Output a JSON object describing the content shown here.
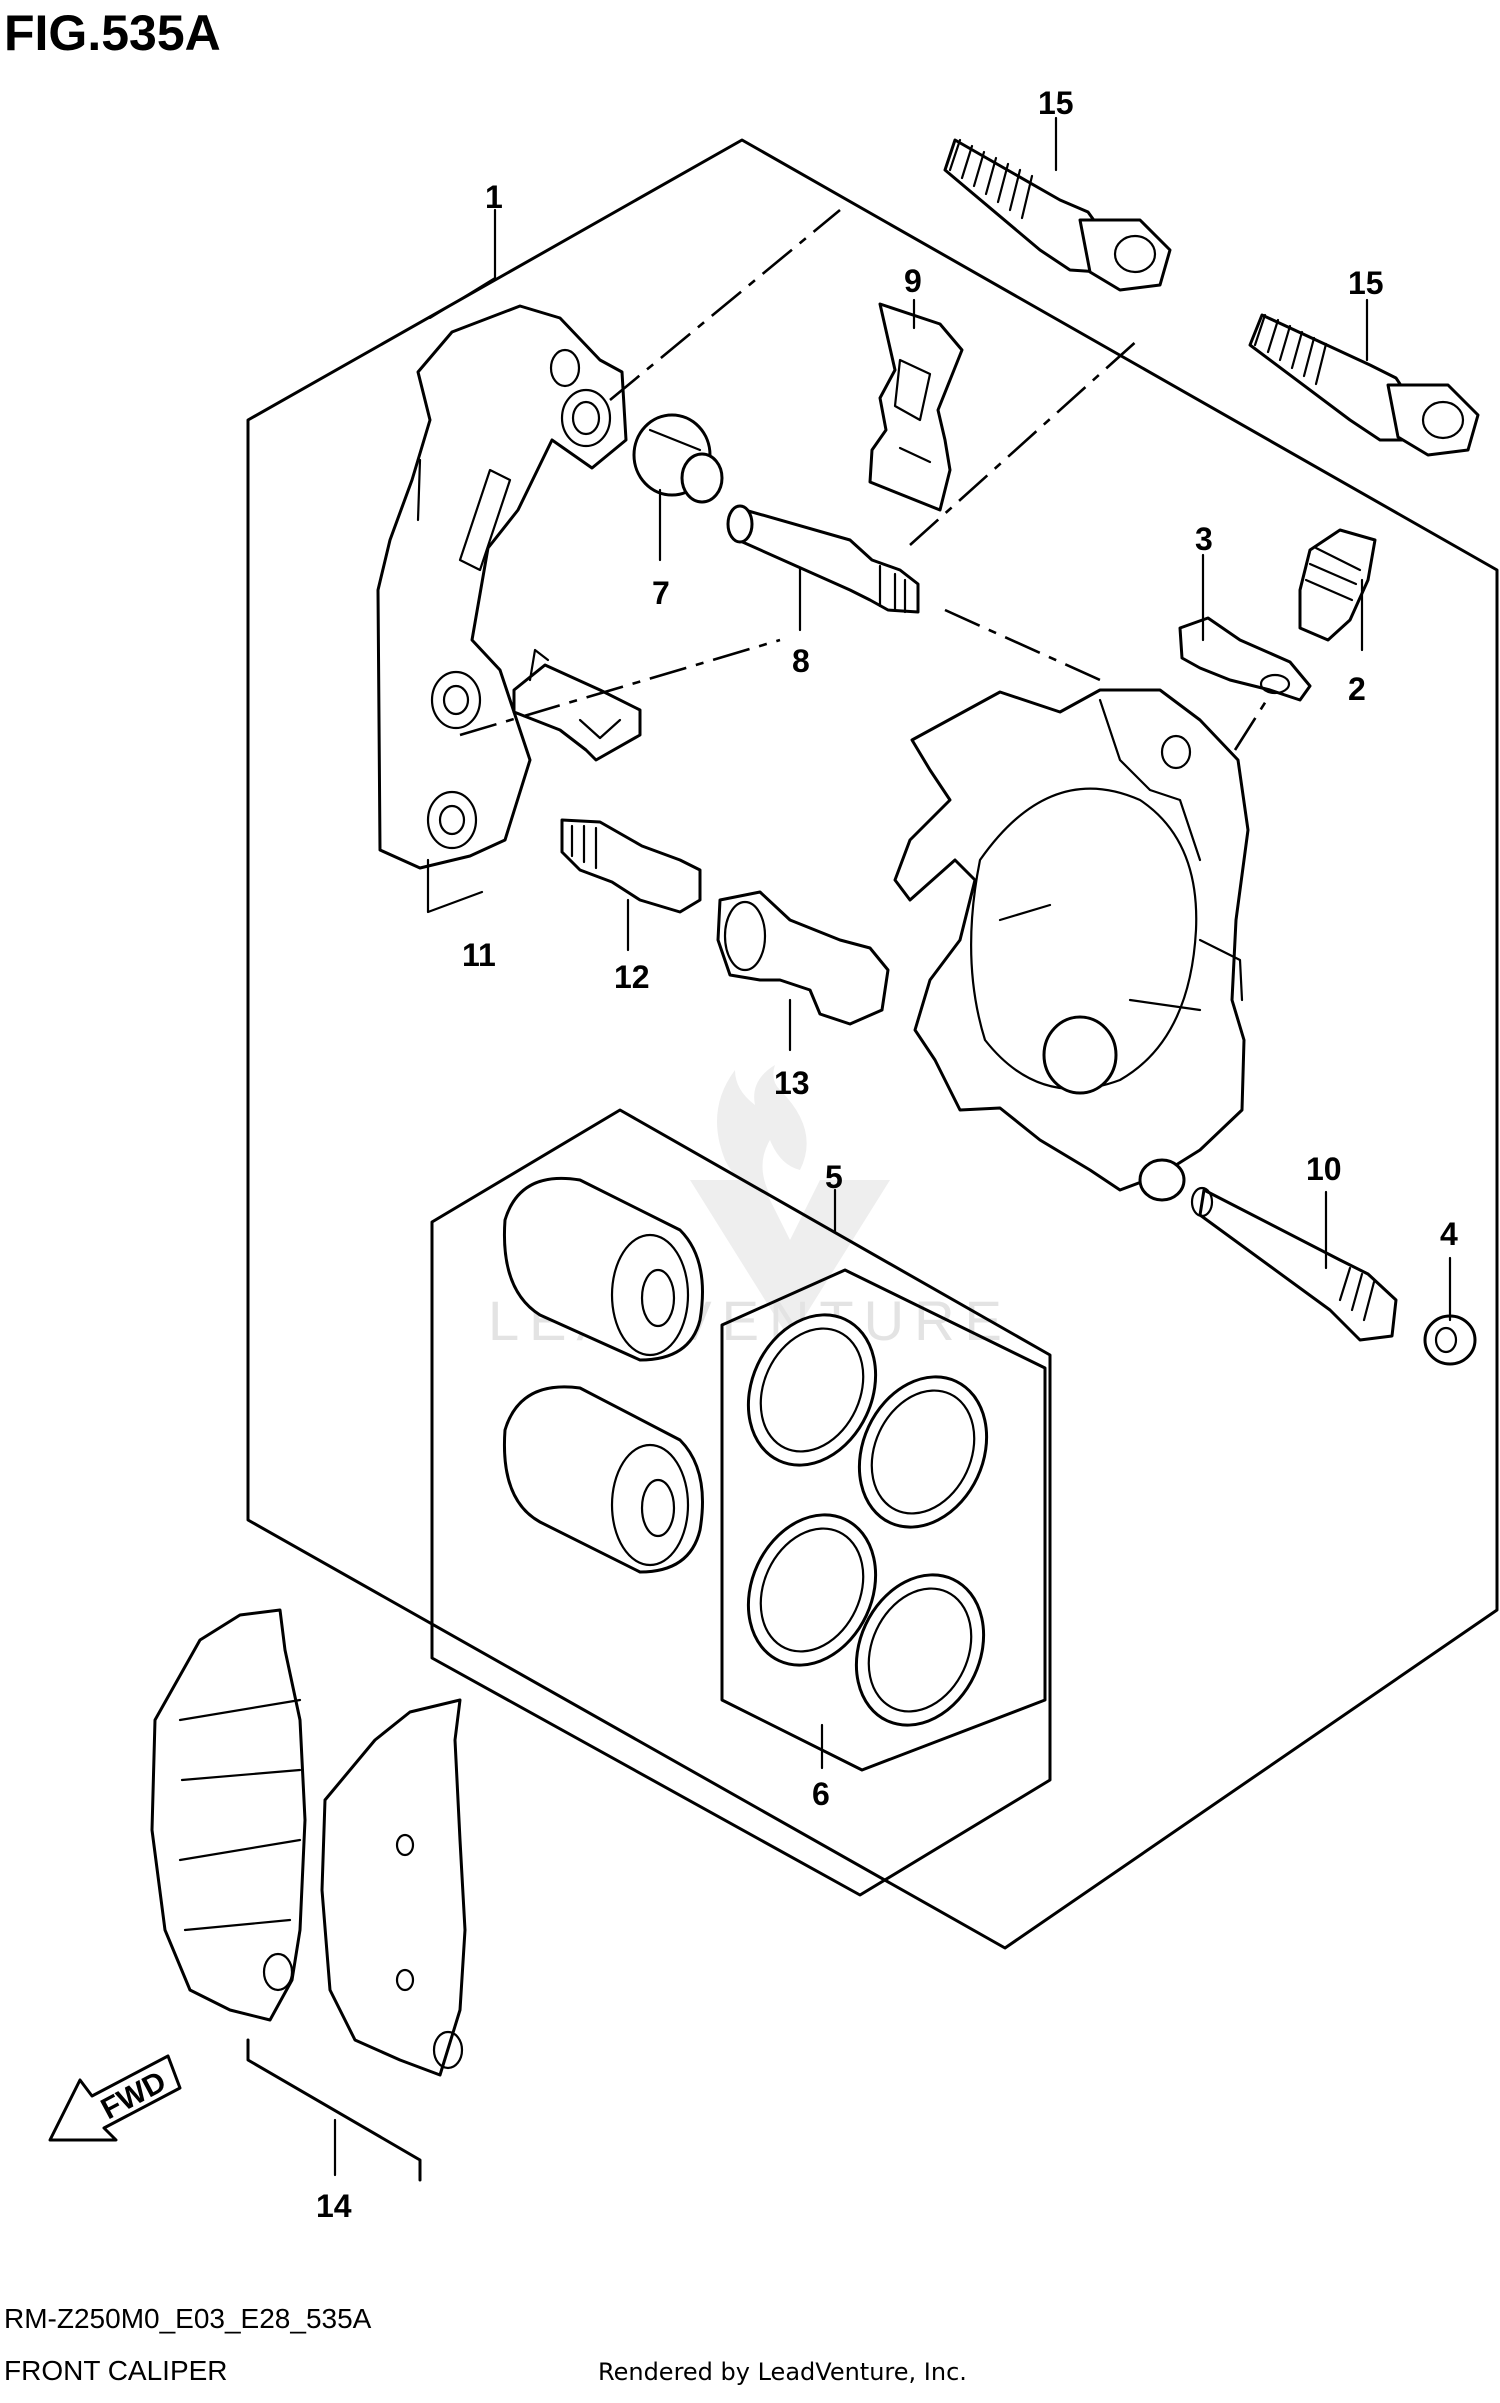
{
  "figure": {
    "label": "FIG.535A"
  },
  "callouts": [
    "1",
    "2",
    "3",
    "4",
    "5",
    "6",
    "7",
    "8",
    "9",
    "10",
    "11",
    "12",
    "13",
    "14",
    "15",
    "15"
  ],
  "direction_label": "FWD",
  "watermark": "LEADVENTURE",
  "footer": {
    "code": "RM-Z250M0_E03_E28_535A",
    "name": "FRONT CALIPER",
    "rendered": "Rendered by LeadVenture, Inc."
  }
}
